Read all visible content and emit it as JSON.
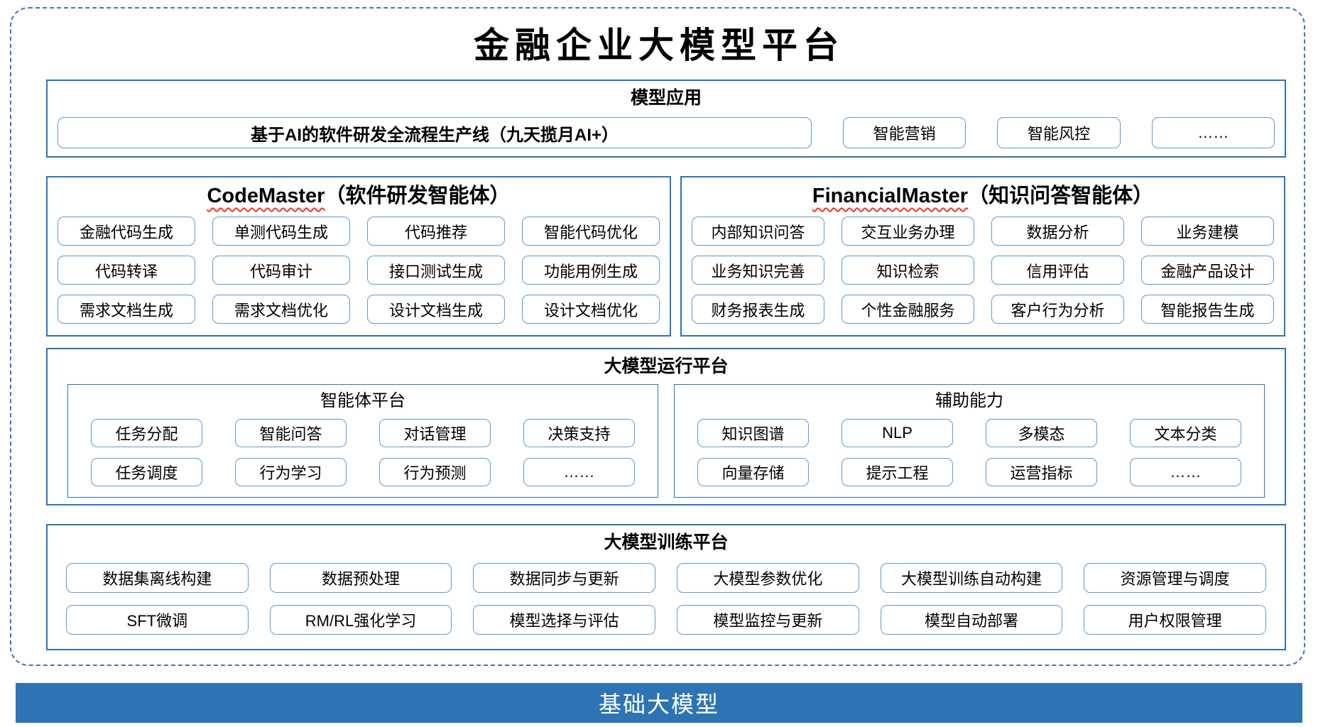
{
  "page": {
    "title": "金融企业大模型平台"
  },
  "model_app": {
    "title": "模型应用",
    "pipeline": "基于AI的软件研发全流程生产线（九天揽月AI+）",
    "items": [
      "智能营销",
      "智能风控",
      "……"
    ]
  },
  "code_master": {
    "title_en": "CodeMaster",
    "title_suffix": "（软件研发智能体）",
    "items": [
      "金融代码生成",
      "单测代码生成",
      "代码推荐",
      "智能代码优化",
      "代码转译",
      "代码审计",
      "接口测试生成",
      "功能用例生成",
      "需求文档生成",
      "需求文档优化",
      "设计文档生成",
      "设计文档优化"
    ]
  },
  "financial_master": {
    "title_en": "FinancialMaster",
    "title_suffix": "（知识问答智能体）",
    "items": [
      "内部知识问答",
      "交互业务办理",
      "数据分析",
      "业务建模",
      "业务知识完善",
      "知识检索",
      "信用评估",
      "金融产品设计",
      "财务报表生成",
      "个性金融服务",
      "客户行为分析",
      "智能报告生成"
    ]
  },
  "runtime": {
    "title": "大模型运行平台",
    "agent_platform": {
      "title": "智能体平台",
      "items": [
        "任务分配",
        "智能问答",
        "对话管理",
        "决策支持",
        "任务调度",
        "行为学习",
        "行为预测",
        "……"
      ]
    },
    "aux_ability": {
      "title": "辅助能力",
      "items": [
        "知识图谱",
        "NLP",
        "多模态",
        "文本分类",
        "向量存储",
        "提示工程",
        "运营指标",
        "……"
      ]
    }
  },
  "training": {
    "title": "大模型训练平台",
    "items": [
      "数据集离线构建",
      "数据预处理",
      "数据同步与更新",
      "大模型参数优化",
      "大模型训练自动构建",
      "资源管理与调度",
      "SFT微调",
      "RM/RL强化学习",
      "模型选择与评估",
      "模型监控与更新",
      "模型自动部署",
      "用户权限管理"
    ]
  },
  "foundation": {
    "title": "基础大模型"
  },
  "colors": {
    "outer_dashed_border": "#4472C4",
    "section_border": "#2E75B6",
    "item_border": "#5B9BD5",
    "foundation_bar": "#2E74B5",
    "underline_squiggle": "#F1361D"
  }
}
